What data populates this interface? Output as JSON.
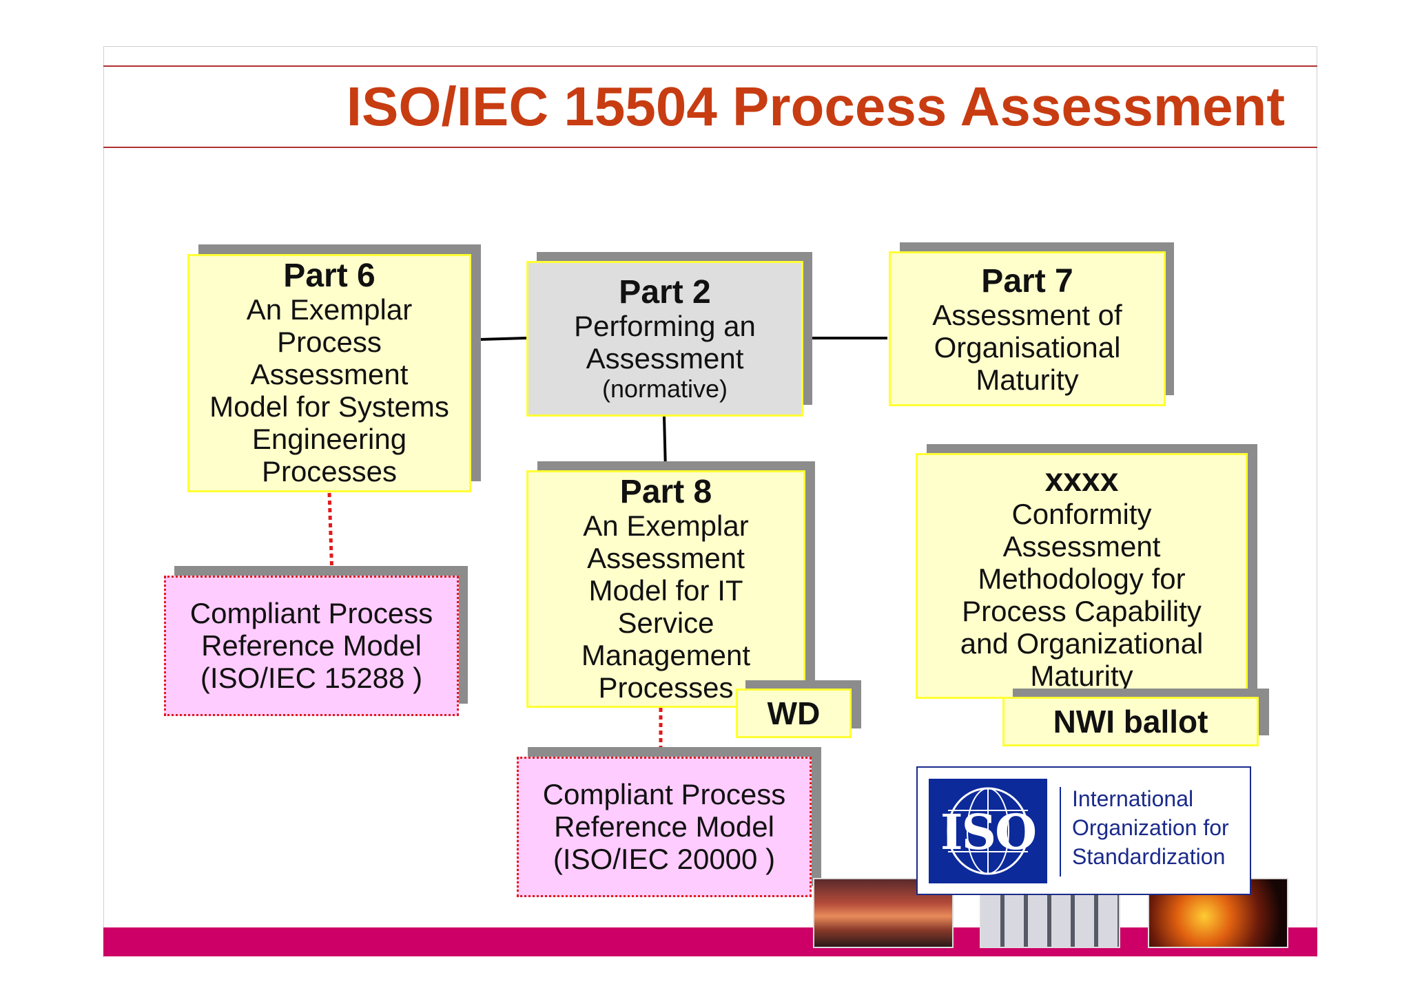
{
  "title": "ISO/IEC 15504 Process Assessment",
  "boxes": {
    "part6": {
      "heading": "Part 6",
      "lines": [
        "An Exemplar",
        "Process",
        "Assessment",
        "Model for Systems",
        "Engineering",
        "Processes"
      ]
    },
    "part2": {
      "heading": "Part 2",
      "lines": [
        "Performing an",
        "Assessment"
      ],
      "note": "(normative)"
    },
    "part7": {
      "heading": "Part 7",
      "lines": [
        "Assessment of",
        "Organisational",
        "Maturity"
      ]
    },
    "part8": {
      "heading": "Part 8",
      "lines": [
        "An Exemplar",
        "Assessment",
        "Model for IT",
        "Service",
        "Management",
        "Processes"
      ]
    },
    "xxxx": {
      "heading": "xxxx",
      "lines": [
        "Conformity",
        "Assessment",
        "Methodology for",
        "Process Capability",
        "and Organizational",
        "Maturity"
      ]
    },
    "prm1": {
      "lines": [
        "Compliant Process",
        "Reference Model",
        "(ISO/IEC 15288 )"
      ]
    },
    "prm2": {
      "lines": [
        "Compliant Process",
        "Reference Model",
        "(ISO/IEC 20000 )"
      ]
    }
  },
  "tags": {
    "wd": "WD",
    "nwi": "NWI ballot"
  },
  "logo": {
    "mark": "ISO",
    "name": [
      "International",
      "Organization for",
      "Standardization"
    ]
  },
  "colors": {
    "title": "#c83c12",
    "box_fill": "#ffffcc",
    "box_border": "#ffff33",
    "normative_fill": "#dedede",
    "prm_fill": "#ffccff",
    "prm_border": "#e01a1a",
    "bar": "#cc0066",
    "iso_blue": "#0d2a9a"
  }
}
